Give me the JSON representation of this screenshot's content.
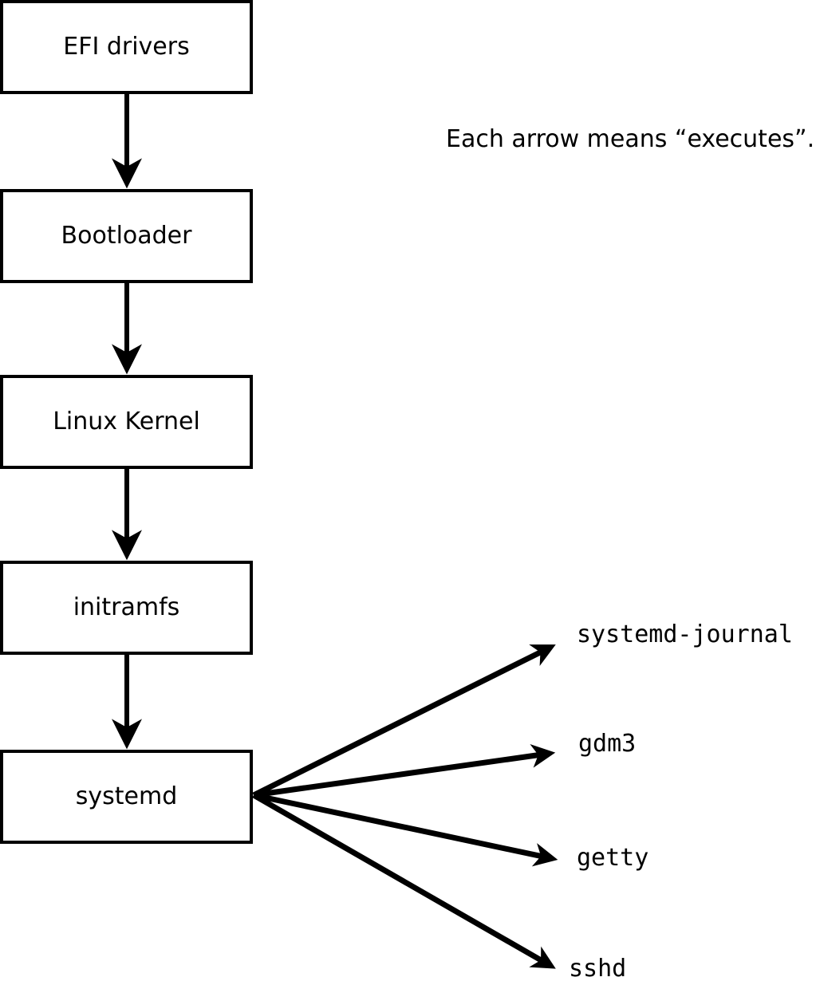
{
  "diagram": {
    "caption": "Each arrow means “executes”.",
    "arrow_meaning": "executes",
    "chain": [
      "EFI drivers",
      "Bootloader",
      "Linux Kernel",
      "initramfs",
      "systemd"
    ],
    "leaves": [
      "systemd-journal",
      "gdm3",
      "getty",
      "sshd"
    ],
    "edges": [
      [
        "EFI drivers",
        "Bootloader"
      ],
      [
        "Bootloader",
        "Linux Kernel"
      ],
      [
        "Linux Kernel",
        "initramfs"
      ],
      [
        "initramfs",
        "systemd"
      ],
      [
        "systemd",
        "systemd-journal"
      ],
      [
        "systemd",
        "gdm3"
      ],
      [
        "systemd",
        "getty"
      ],
      [
        "systemd",
        "sshd"
      ]
    ],
    "colors": {
      "background": "#ffffff",
      "line": "#000000",
      "box_border": "#000000",
      "box_fill": "#ffffff",
      "text": "#000000"
    }
  }
}
